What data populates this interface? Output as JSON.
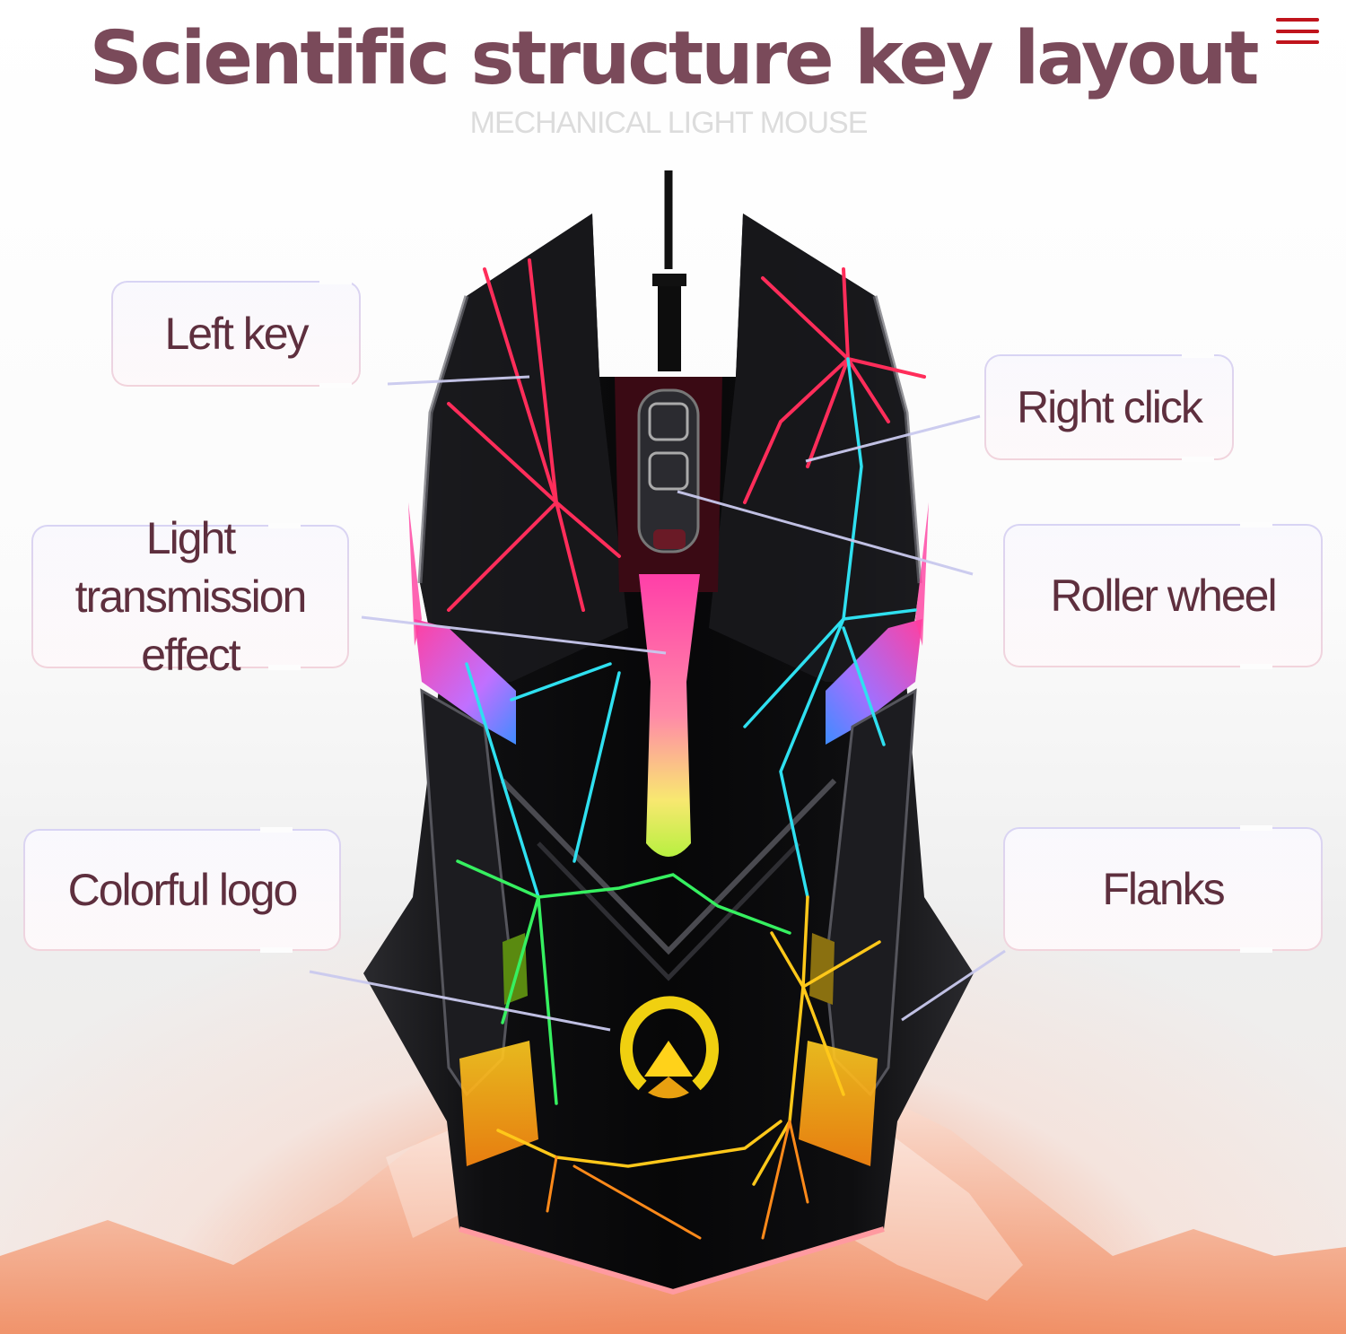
{
  "header": {
    "title": "Scientific structure key layout",
    "subtitle": "MECHANICAL LIGHT MOUSE",
    "menu_icon": "hamburger-menu-icon"
  },
  "colors": {
    "title": "#7a4a5a",
    "subtitle": "#dcdcdc",
    "label_text": "#5e2f3e",
    "menu_icon": "#c0141c",
    "mouse_body": "#111111",
    "accent_pink": "#ff3d8a",
    "accent_cyan": "#33e0f0",
    "accent_green": "#3cf05a",
    "accent_yellow": "#ffd21a",
    "accent_orange": "#ff7a1a"
  },
  "labels": {
    "left_key": "Left key",
    "light_transmission_line1": "Light transmission",
    "light_transmission_line2": "effect",
    "colorful_logo": "Colorful logo",
    "right_click": "Right click",
    "roller_wheel": "Roller wheel",
    "flanks": "Flanks"
  },
  "product": {
    "image": "wired-rgb-gaming-mouse",
    "logo_icon": "triangle-in-ring-logo-icon"
  }
}
